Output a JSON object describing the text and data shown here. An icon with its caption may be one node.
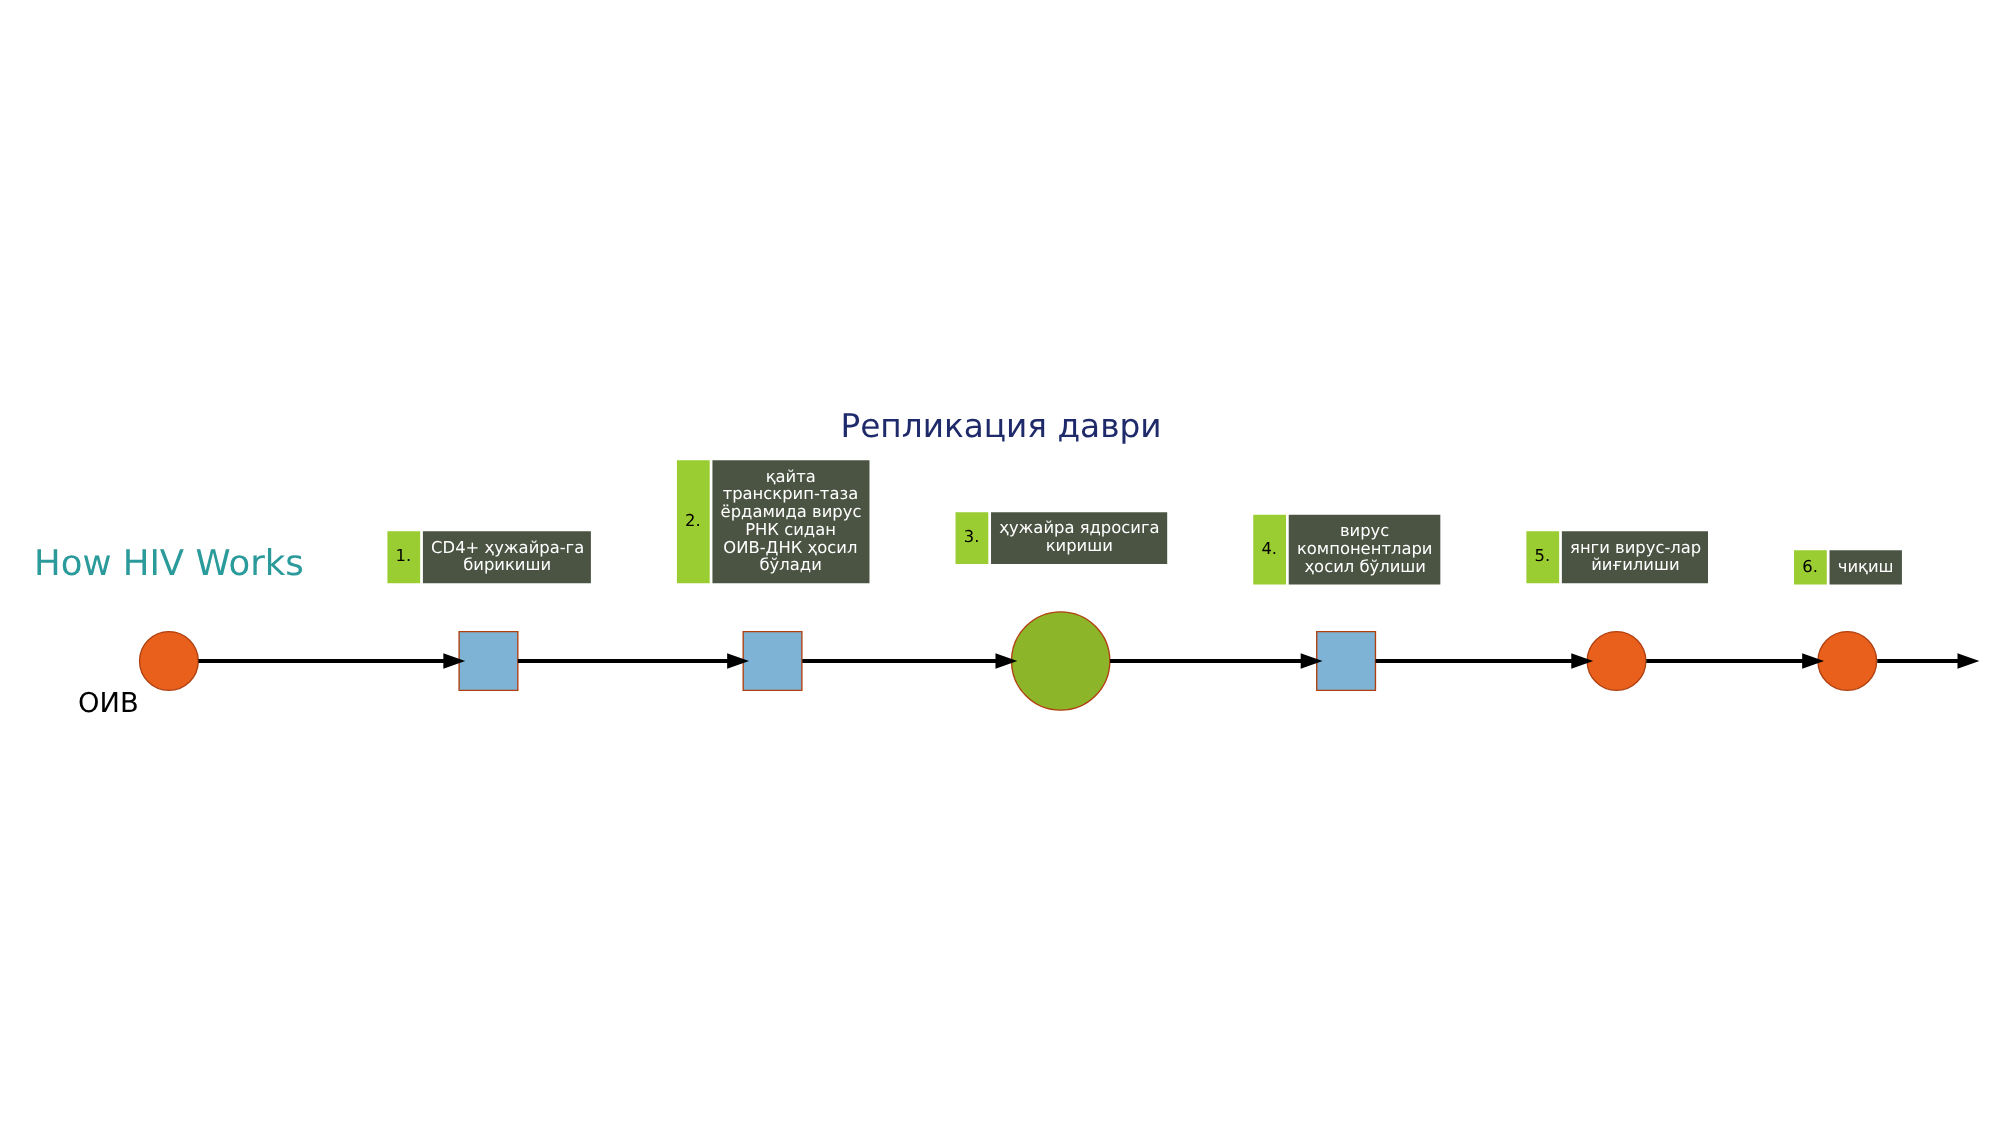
{
  "diagram": {
    "title": "Репликация даври",
    "nodes": [
      {
        "text": [],
        "shape": "circle",
        "beside": [
          "ОИВ"
        ]
      },
      {
        "text": [],
        "shape": "box"
      },
      {
        "text": [],
        "shape": "box"
      },
      {
        "text": [],
        "shape": "circle"
      },
      {
        "text": [],
        "shape": "box"
      },
      {
        "text": [],
        "shape": "circle"
      },
      {
        "text": [],
        "shape": "circle"
      },
      {
        "text": [
          "1.",
          "CD4+ ҳужайра-га бирикиши"
        ]
      },
      {
        "text": [
          "2.",
          "қайта транскрип-таза ёрдамида вирус РНК сидан ОИВ-ДНК ҳосил бўлади"
        ]
      },
      {
        "text": [
          "3.",
          "ҳужайра ядросига кириши"
        ]
      },
      {
        "text": [
          "4.",
          "вирус компонентлари ҳосил бўлиши"
        ]
      },
      {
        "text": [
          "5.",
          "янги вирус-лар йиғилиши"
        ]
      },
      {
        "text": [
          "6.",
          "чиқиш"
        ]
      }
    ],
    "edges": [
      {
        "from": 0,
        "to": 1,
        "arrow": "to"
      },
      {
        "from": 1,
        "to": 2,
        "arrow": "to"
      },
      {
        "from": 2,
        "to": 3,
        "arrow": "to"
      },
      {
        "from": 3,
        "to": 4,
        "arrow": "to"
      },
      {
        "from": 4,
        "to": 5,
        "arrow": "to"
      },
      {
        "from": 5,
        "to": 6,
        "arrow": "to"
      },
      {
        "from": 6,
        "to": null,
        "arrow": "to"
      }
    ],
    "labels": [
      "How HIV Works"
    ]
  }
}
